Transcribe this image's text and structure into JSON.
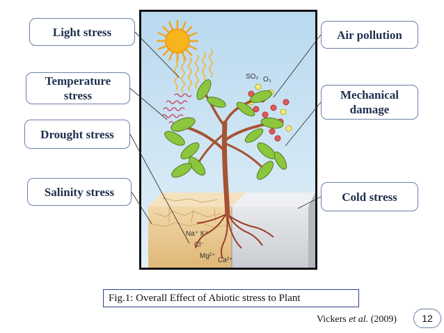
{
  "labels": {
    "light": "Light stress",
    "temperature_line1": "Temperature",
    "temperature_line2": "stress",
    "drought": "Drought stress",
    "salinity": "Salinity stress",
    "air": "Air pollution",
    "mechanical_line1": "Mechanical",
    "mechanical_line2": "damage",
    "cold": "Cold stress"
  },
  "figure_text": {
    "so2": "SO₂",
    "o3": "O₃",
    "ions_line1": "Na⁺ K⁺",
    "ions_line2": "Cl⁻",
    "ions_line3": "Mg²⁺",
    "ions_line4": "Ca²⁺"
  },
  "caption": "Fig.1: Overall Effect of Abiotic stress to Plant",
  "credit": {
    "author": "Vickers",
    "etal": "et al.",
    "year": "(2009)"
  },
  "page_number": "12",
  "colors": {
    "label_border": "#6b7fa8",
    "label_text": "#1e2f4d",
    "caption_border": "#2b3f8c"
  }
}
